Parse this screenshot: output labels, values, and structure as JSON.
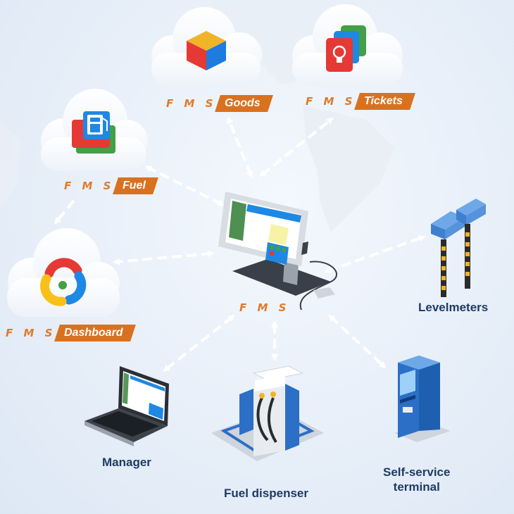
{
  "modules": {
    "goods": {
      "prefix": "F M S",
      "name": "Goods"
    },
    "tickets": {
      "prefix": "F M S",
      "name": "Tickets"
    },
    "fuel": {
      "prefix": "F M S",
      "name": "Fuel"
    },
    "dashboard": {
      "prefix": "F M S",
      "name": "Dashboard"
    }
  },
  "center": {
    "label": "F M S"
  },
  "devices": {
    "levelmeters": "Levelmeters",
    "manager": "Manager",
    "fuel_dispenser": "Fuel dispenser",
    "self_service_line1": "Self-service",
    "self_service_line2": "terminal"
  },
  "colors": {
    "accent_orange": "#d9711f",
    "label_navy": "#1f3b63",
    "device_blue": "#4a90d9",
    "arrow_white": "#ffffff"
  },
  "icons": [
    "cube-icon",
    "tickets-icon",
    "fuel-pump-icon",
    "dashboard-swirl-icon"
  ]
}
